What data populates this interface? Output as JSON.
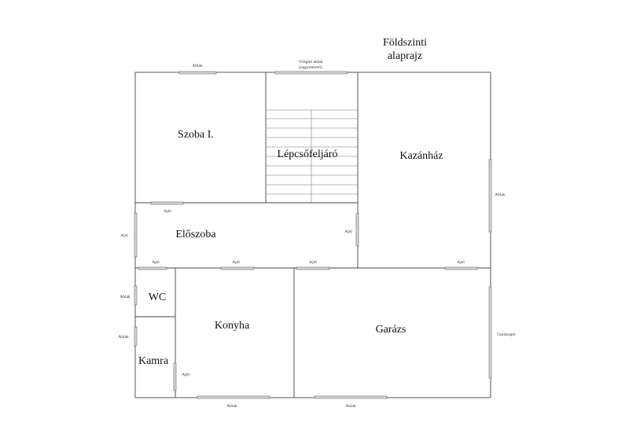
{
  "title": {
    "line1": "Földszinti",
    "line2": "alaprajz"
  },
  "rooms": {
    "szoba": "Szoba I.",
    "lepcso": "Lépcsőfeljáró",
    "kazanhaz": "Kazánház",
    "eloszoba": "Előszoba",
    "wc": "WC",
    "konyha": "Konyha",
    "garazs": "Garázs",
    "kamra": "Kamra"
  },
  "labels": {
    "ablak": "Ablak",
    "ajto": "Ajtó",
    "vilagito_ablak": "Világító ablak",
    "vilagito_meret": "(nagyméretű)",
    "garazsajto": "Garázsajtó"
  }
}
